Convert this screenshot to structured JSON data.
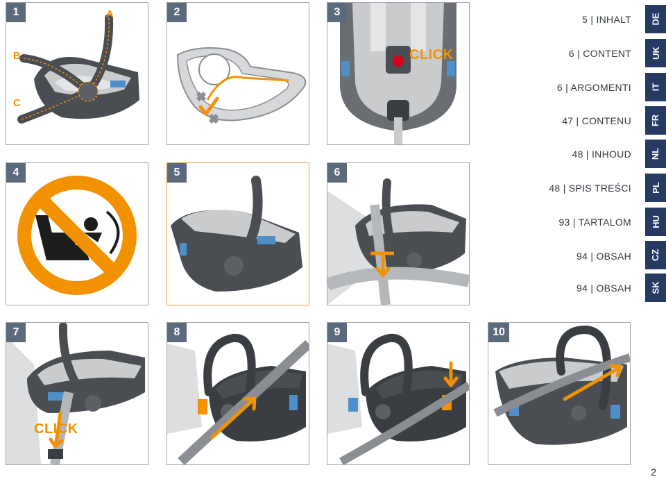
{
  "panels": [
    {
      "number": "1",
      "labels": {
        "a": "A",
        "b": "B",
        "c": "C"
      }
    },
    {
      "number": "2"
    },
    {
      "number": "3",
      "click": "CLICK"
    },
    {
      "number": "4"
    },
    {
      "number": "5"
    },
    {
      "number": "6"
    },
    {
      "number": "7",
      "click": "CLICK"
    },
    {
      "number": "8"
    },
    {
      "number": "9"
    },
    {
      "number": "10"
    }
  ],
  "toc": [
    "5 | INHALT",
    "6 | CONTENT",
    "6 | ARGOMENTI",
    "47 | CONTENU",
    "48 | INHOUD",
    "48 | SPIS TREŚCI",
    "93 | TARTALOM",
    "94 | OBSAH",
    "94 | OBSAH"
  ],
  "language_tabs": [
    "DE",
    "UK",
    "IT",
    "FR",
    "NL",
    "PL",
    "HU",
    "CZ",
    "SK"
  ],
  "page_number": "2",
  "colors": {
    "accent": "#f39200",
    "badge": "#5c6b7c",
    "tab": "#263a63",
    "seat_dark": "#4a4d52",
    "seat_light": "#c9cbcd",
    "clip_blue": "#4f8fc9"
  }
}
